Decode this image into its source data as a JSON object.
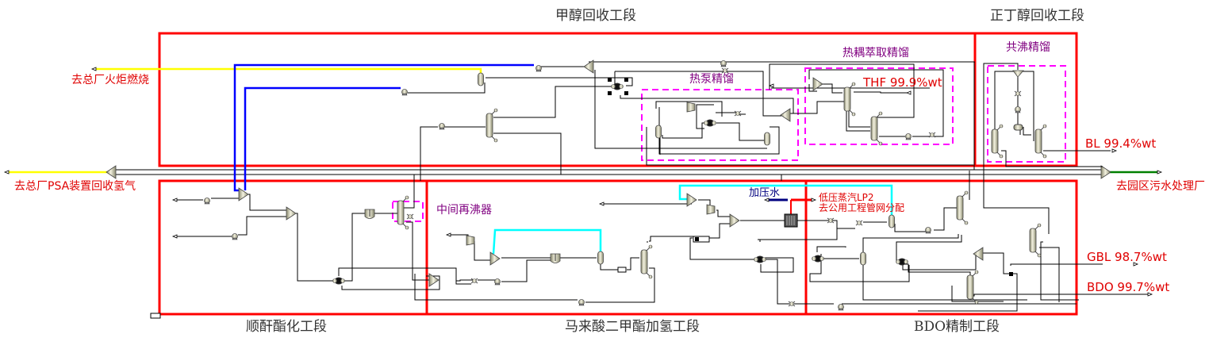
{
  "sections": {
    "methanol_recovery": "甲醇回收工段",
    "butanol_recovery": "正丁醇回收工段",
    "esterification": "顺酐酯化工段",
    "hydrogenation": "马来酸二甲酯加氢工段",
    "bdo_refining": "BDO精制工段"
  },
  "sub_units": {
    "heat_pump_distillation": "热泵精馏",
    "heat_coupled_extractive_distillation": "热耦萃取精馏",
    "azeotropic_distillation": "共沸精馏",
    "intermediate_reboiler": "中间再沸器"
  },
  "destinations": {
    "flare": "去总厂火炬燃烧",
    "psa_hydrogen": "去总厂PSA装置回收氢气",
    "wastewater": "去园区污水处理厂",
    "steam_line1": "低压蒸汽LP2",
    "steam_line2": "去公用工程管网分配",
    "pressurized_water": "加压水"
  },
  "products": {
    "thf": "THF 99.9%wt",
    "bl": "BL 99.4%wt",
    "gbl": "GBL 98.7%wt",
    "bdo": "BDO 99.7%wt"
  },
  "colors": {
    "section_border": "#ff0000",
    "subunit_border": "#ff00ff",
    "hydrogen_stream": "#ffff00",
    "recycle_stream": "#0000ff",
    "cooling_stream": "#00ffff",
    "steam_stream": "#ff0000",
    "wastewater_stream": "#008000",
    "water_stream": "#000080",
    "process_stream": "#000000"
  }
}
